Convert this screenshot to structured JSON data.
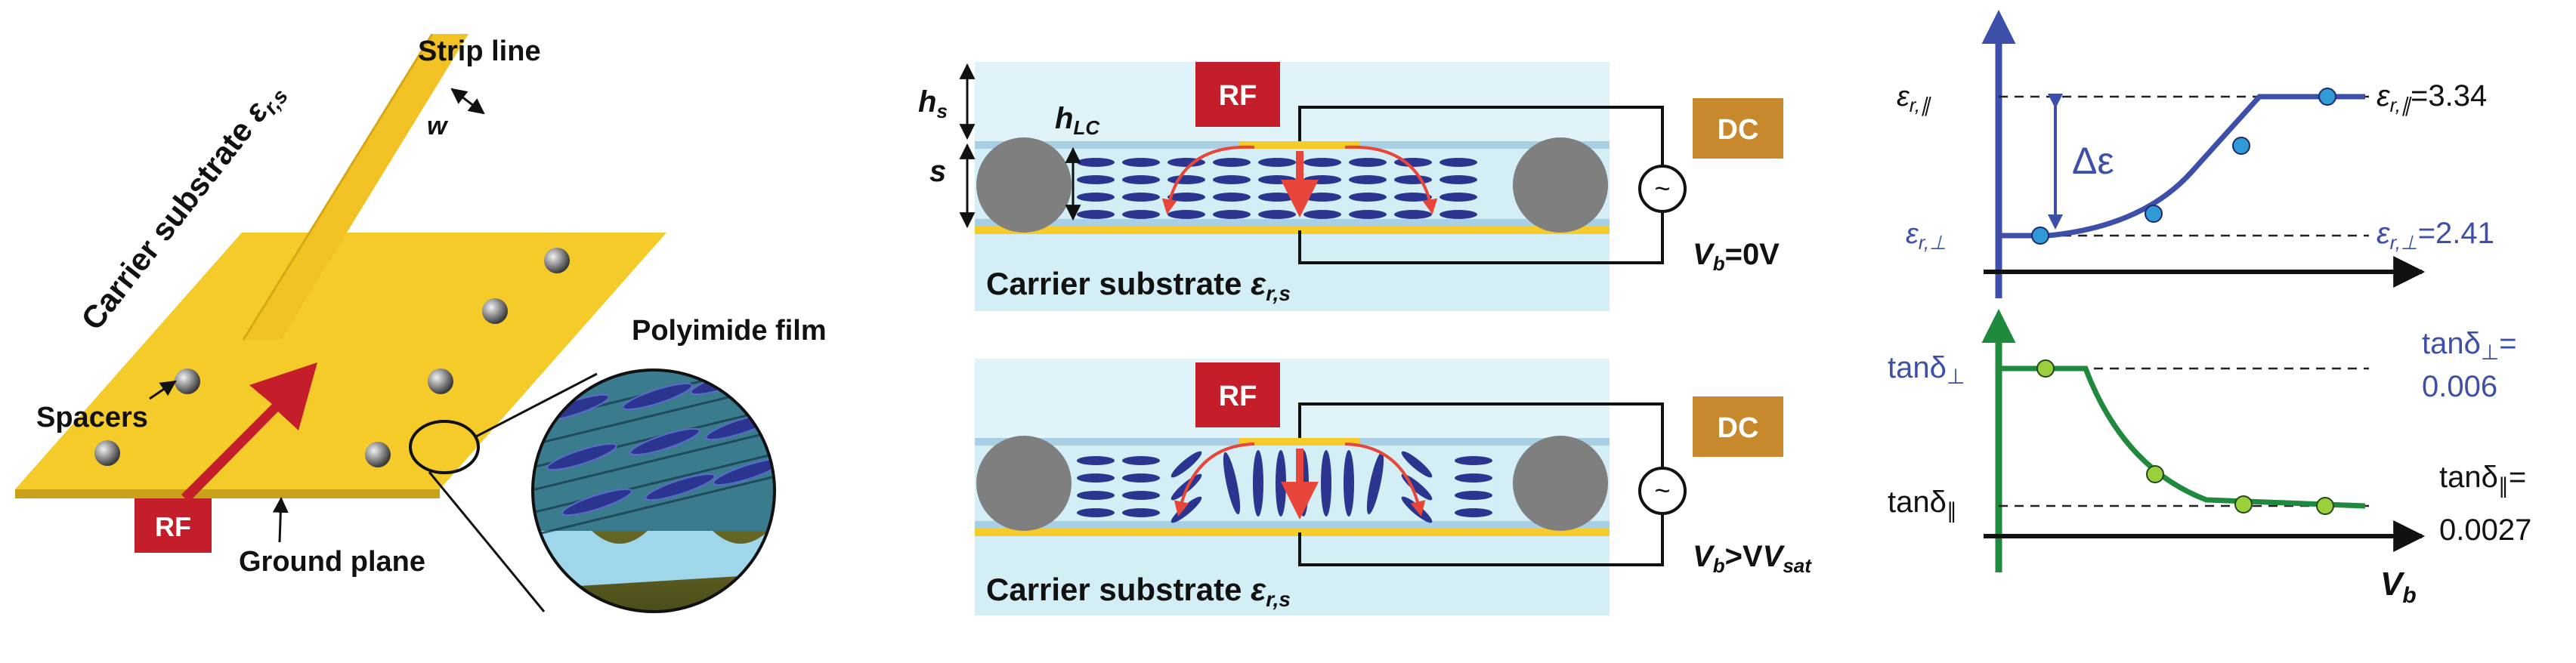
{
  "panel_a": {
    "strip_line": "Strip line",
    "w": "w",
    "carrier_substrate": "Carrier substrate ",
    "eps_rs": "ε",
    "eps_rs_sub": "r,s",
    "spacers": "Spacers",
    "polyimide_film": "Polyimide film",
    "rf": "RF",
    "ground_plane": "Ground plane"
  },
  "panel_b": {
    "hs": "h",
    "hs_sub": "s",
    "s": "s",
    "hlc": "h",
    "hlc_sub": "LC",
    "rf": "RF",
    "dc": "DC",
    "vb": "V",
    "vb_sub": "b",
    "vb_top_rest": "=0V",
    "vb_bottom_rel": ">V",
    "vb_bottom_sub": "sat",
    "carrier_substrate": "Carrier substrate ",
    "eps_rs": "ε",
    "eps_rs_sub": "r,s"
  },
  "panel_c": {
    "eps_par": "ε",
    "eps_par_sub": "r,∥",
    "eps_par_value": "=3.34",
    "eps_perp": "ε",
    "eps_perp_sub": "r,⊥",
    "eps_perp_value": "=2.41",
    "delta_eps": "Δε",
    "tan_perp": "tanδ",
    "tan_perp_sub": "⊥",
    "tan_perp_value_eq": "=",
    "tan_perp_value": "0.006",
    "tan_par": "tanδ",
    "tan_par_sub": "∥",
    "tan_par_value_eq": "=",
    "tan_par_value": "0.0027",
    "x_axis": "V",
    "x_axis_sub": "b"
  },
  "colors": {
    "gold": "#f5cb2a",
    "rf_red": "#c41e2a",
    "dc_orange": "#c8892c",
    "lc_blue": "#2b3590",
    "light_blue": "#d4eef6",
    "eps_blue": "#3d4fa8",
    "tan_green": "#1f8a3e",
    "gray": "#7f7f7f"
  }
}
